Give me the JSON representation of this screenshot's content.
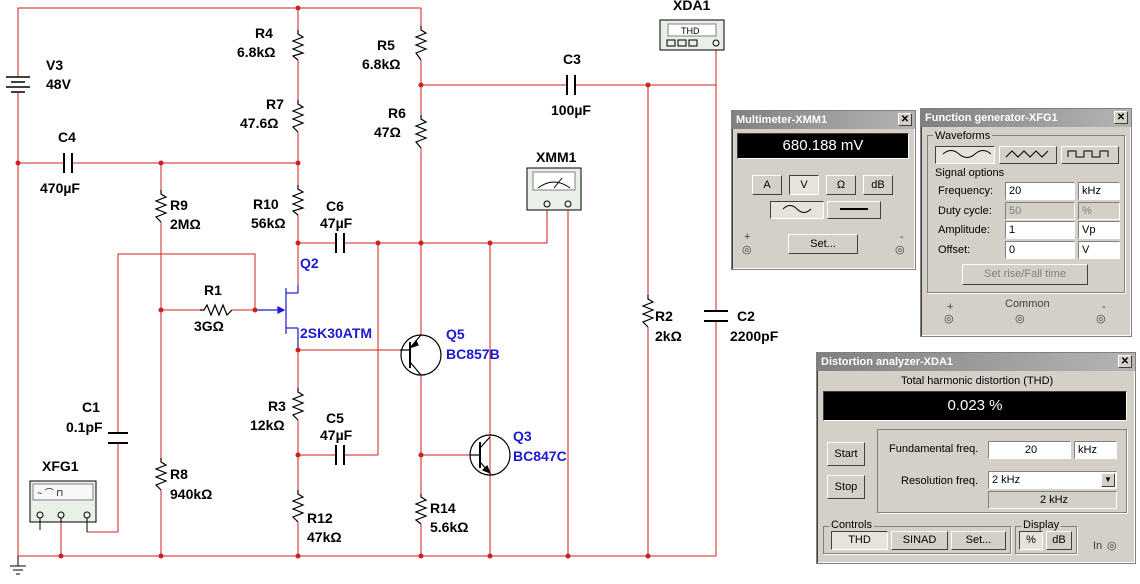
{
  "schematic": {
    "components": {
      "v3": {
        "name": "V3",
        "value": "48V"
      },
      "r4": {
        "name": "R4",
        "value": "6.8kΩ"
      },
      "r5": {
        "name": "R5",
        "value": "6.8kΩ"
      },
      "r7": {
        "name": "R7",
        "value": "47.6Ω"
      },
      "r6": {
        "name": "R6",
        "value": "47Ω"
      },
      "c4": {
        "name": "C4",
        "value": "470µF"
      },
      "r9": {
        "name": "R9",
        "value": "2MΩ"
      },
      "r10": {
        "name": "R10",
        "value": "56kΩ"
      },
      "c6": {
        "name": "C6",
        "value": "47µF"
      },
      "q2": {
        "name": "Q2",
        "value": "2SK30ATM"
      },
      "r1": {
        "name": "R1",
        "value": "3GΩ"
      },
      "q5": {
        "name": "Q5",
        "value": "BC857B"
      },
      "r3": {
        "name": "R3",
        "value": "12kΩ"
      },
      "c5": {
        "name": "C5",
        "value": "47µF"
      },
      "c1": {
        "name": "C1",
        "value": "0.1pF"
      },
      "r8": {
        "name": "R8",
        "value": "940kΩ"
      },
      "q3": {
        "name": "Q3",
        "value": "BC847C"
      },
      "r12": {
        "name": "R12",
        "value": "47kΩ"
      },
      "r14": {
        "name": "R14",
        "value": "5.6kΩ"
      },
      "c3": {
        "name": "C3",
        "value": "100µF"
      },
      "r2": {
        "name": "R2",
        "value": "2kΩ"
      },
      "c2": {
        "name": "C2",
        "value": "2200pF"
      },
      "xfg1": {
        "name": "XFG1"
      },
      "xmm1": {
        "name": "XMM1"
      },
      "xda1": {
        "name": "XDA1",
        "display": "THD"
      }
    }
  },
  "multimeter": {
    "title": "Multimeter-XMM1",
    "reading": "680.188 mV",
    "modes": [
      "A",
      "V",
      "Ω",
      "dB"
    ],
    "active_mode": "V",
    "set_label": "Set...",
    "plus": "+",
    "minus": "-"
  },
  "function_generator": {
    "title": "Function generator-XFG1",
    "waveforms_label": "Waveforms",
    "signal_options_label": "Signal options",
    "frequency": {
      "label": "Frequency:",
      "value": "20",
      "unit": "kHz"
    },
    "duty_cycle": {
      "label": "Duty cycle:",
      "value": "50",
      "unit": "%"
    },
    "amplitude": {
      "label": "Amplitude:",
      "value": "1",
      "unit": "Vp"
    },
    "offset": {
      "label": "Offset:",
      "value": "0",
      "unit": "V"
    },
    "rise_fall_label": "Set rise/Fall time",
    "plus": "+",
    "common": "Common",
    "minus": "-"
  },
  "distortion_analyzer": {
    "title": "Distortion analyzer-XDA1",
    "heading": "Total harmonic distortion (THD)",
    "reading": "0.023 %",
    "start_label": "Start",
    "stop_label": "Stop",
    "fundamental": {
      "label": "Fundamental freq.",
      "value": "20",
      "unit": "kHz"
    },
    "resolution": {
      "label": "Resolution freq.",
      "value": "2 kHz",
      "readout": "2 kHz"
    },
    "controls_label": "Controls",
    "thd_label": "THD",
    "sinad_label": "SINAD",
    "set_label": "Set...",
    "display_label": "Display",
    "percent_label": "%",
    "db_label": "dB",
    "in_label": "In"
  }
}
